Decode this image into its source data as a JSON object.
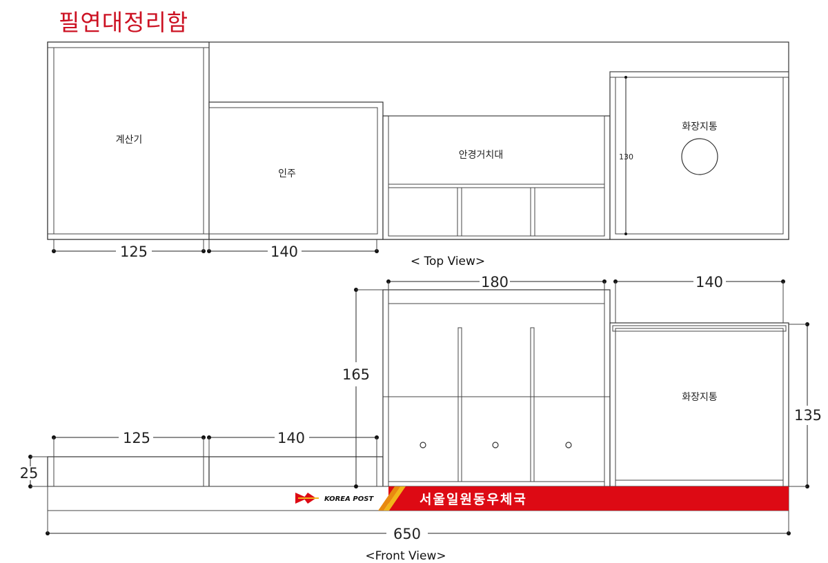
{
  "title": "필연대정리함",
  "top_view": {
    "caption": "< Top View>",
    "labels": {
      "calculator": "계산기",
      "seal": "인주",
      "glasses": "안경거치대",
      "tissue": "화장지통",
      "tissue_height": "130"
    },
    "dims": {
      "calculator_width": "125",
      "seal_width": "140"
    }
  },
  "front_view": {
    "caption": "<Front View>",
    "labels": {
      "tissue": "화장지통"
    },
    "dims": {
      "glasses_width": "180",
      "tissue_width": "140",
      "glasses_height": "165",
      "tissue_height": "135",
      "calculator_width": "125",
      "seal_width": "140",
      "base_height": "25",
      "total_width": "650"
    },
    "banner": {
      "logo_text": "KOREA POST",
      "office_name": "서울일원동우체국",
      "color": "#dd0a14"
    }
  },
  "colors": {
    "title": "#cc1122",
    "banner": "#dd0a14",
    "line": "#333333"
  }
}
